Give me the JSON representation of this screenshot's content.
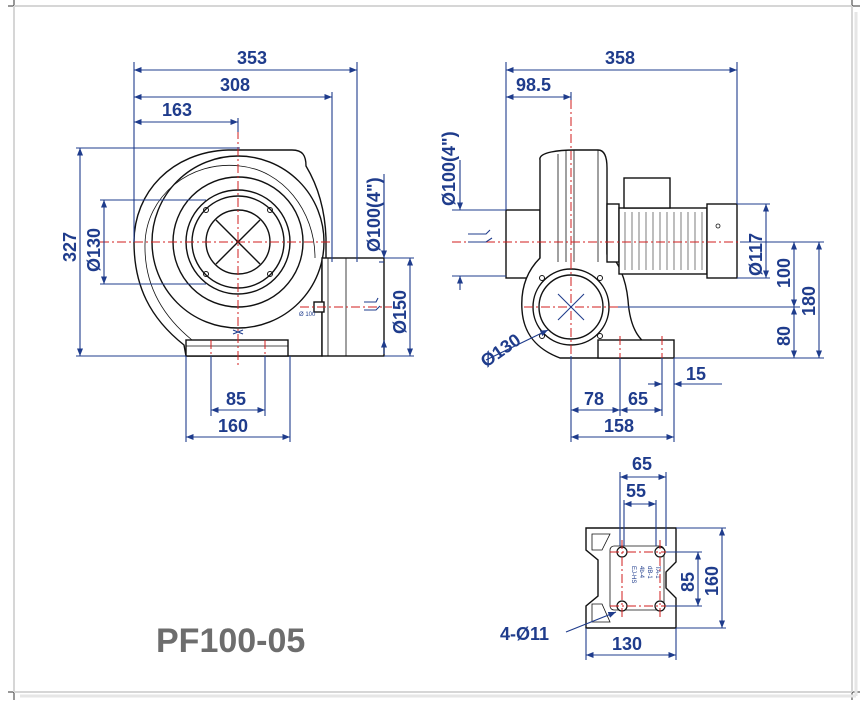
{
  "model": {
    "name": "PF100-05"
  },
  "front_view": {
    "dims": {
      "width_353": "353",
      "width_308": "308",
      "width_163": "163",
      "height_327": "327",
      "dia_130": "Ø130",
      "outlet_dia_100": "Ø100(4\")",
      "outlet_dia_150": "Ø150",
      "base_85": "85",
      "base_160": "160"
    },
    "outlet_mark": "Ø 100"
  },
  "side_view": {
    "dims": {
      "length_358": "358",
      "offset_98_5": "98.5",
      "inlet_dia_100": "Ø100(4\")",
      "motor_dia_117": "Ø117",
      "h_100": "100",
      "h_180": "180",
      "h_80": "80",
      "inlet_dia_130": "Ø130",
      "b_78": "78",
      "b_65": "65",
      "b_15": "15",
      "b_158": "158"
    }
  },
  "base_view": {
    "dims": {
      "w_65": "65",
      "w_55": "55",
      "h_85": "85",
      "h_160": "160",
      "w_130": "130",
      "holes": "4-Ø11"
    },
    "plate_text": [
      "EJ-HS",
      "4b-4",
      "dB-1",
      "TA-1"
    ]
  },
  "colors": {
    "dimension": "#1f3c8c",
    "centerline": "#d21e1e",
    "title": "#6d6d6d",
    "outline": "#111111"
  }
}
